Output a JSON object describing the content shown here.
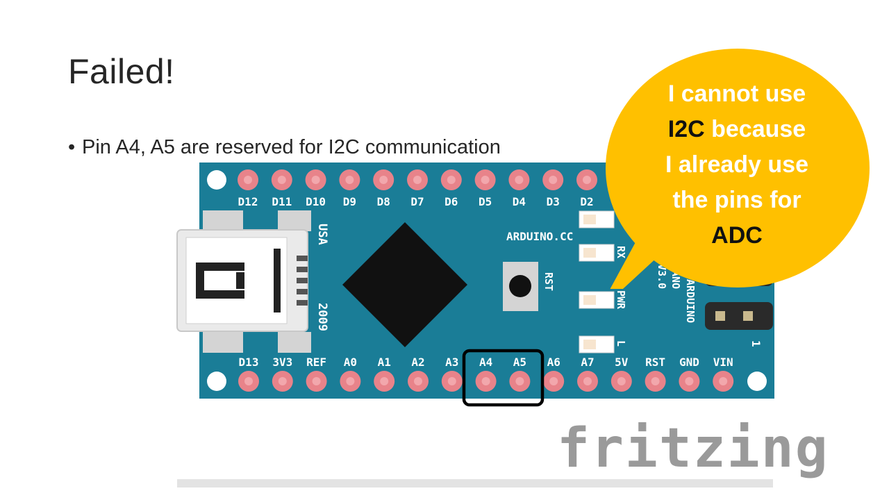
{
  "slide": {
    "title": "Failed!",
    "bullet": "Pin A4, A5 are reserved for I2C communication"
  },
  "board": {
    "top_pins": [
      "D12",
      "D11",
      "D10",
      "D9",
      "D8",
      "D7",
      "D6",
      "D5",
      "D4",
      "D3",
      "D2"
    ],
    "bottom_pins": [
      "D13",
      "3V3",
      "REF",
      "A0",
      "A1",
      "A2",
      "A3",
      "A4",
      "A5",
      "A6",
      "A7",
      "5V",
      "RST",
      "GND",
      "VIN"
    ],
    "silkscreen": {
      "usa": "USA",
      "year": "2009",
      "site": "ARDUINO.CC",
      "reset": "RST",
      "led_rx": "RX",
      "led_pwr": "PWR",
      "led_l": "L",
      "side_1": "ARDUINO",
      "side_2": "NANO",
      "side_3": "V3.0",
      "header_pin": "1"
    },
    "highlighted_pins": [
      "A4",
      "A5"
    ],
    "colors": {
      "pcb": "#1a7d97",
      "pad": "#e8838a",
      "chip": "#111111",
      "highlight": "#000000"
    }
  },
  "watermark": "fritzing",
  "callout": {
    "line1": "I cannot use",
    "line2_emph": "I2C",
    "line2_rest": " because",
    "line3": "I  already use",
    "line4": "the pins for",
    "line5": "ADC",
    "color": "#ffc000"
  }
}
